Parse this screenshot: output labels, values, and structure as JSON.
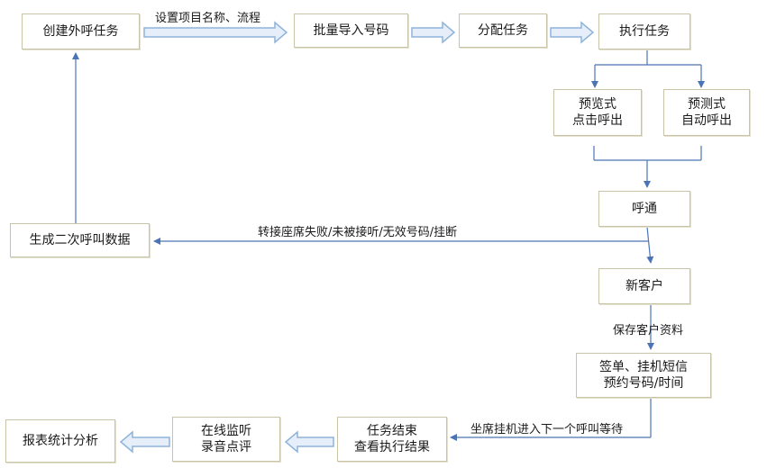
{
  "nodes": {
    "create_task": "创建外呼任务",
    "batch_import": "批量导入号码",
    "assign_task": "分配任务",
    "execute_task": "执行任务",
    "preview_line1": "预览式",
    "preview_line2": "点击呼出",
    "predict_line1": "预测式",
    "predict_line2": "自动呼出",
    "connected": "呼通",
    "secondary_data": "生成二次呼叫数据",
    "new_customer": "新客户",
    "sign_line1": "签单、挂机短信",
    "sign_line2": "预约号码/时间",
    "task_end_line1": "任务结束",
    "task_end_line2": "查看执行结果",
    "monitor_line1": "在线监听",
    "monitor_line2": "录音点评",
    "report": "报表统计分析"
  },
  "edge_labels": {
    "set_project": "设置项目名称、流程",
    "failure": "转接座席失败/未被接听/无效号码/挂断",
    "save_customer": "保存客户资料",
    "agent_hangup": "坐席挂机进入下一个呼叫等待"
  },
  "colors": {
    "line": "#4a74b5",
    "hollow_arrow_stroke": "#8fb3dc",
    "hollow_arrow_fill": "#e6eff9",
    "node_border": "#c9c3a8"
  }
}
